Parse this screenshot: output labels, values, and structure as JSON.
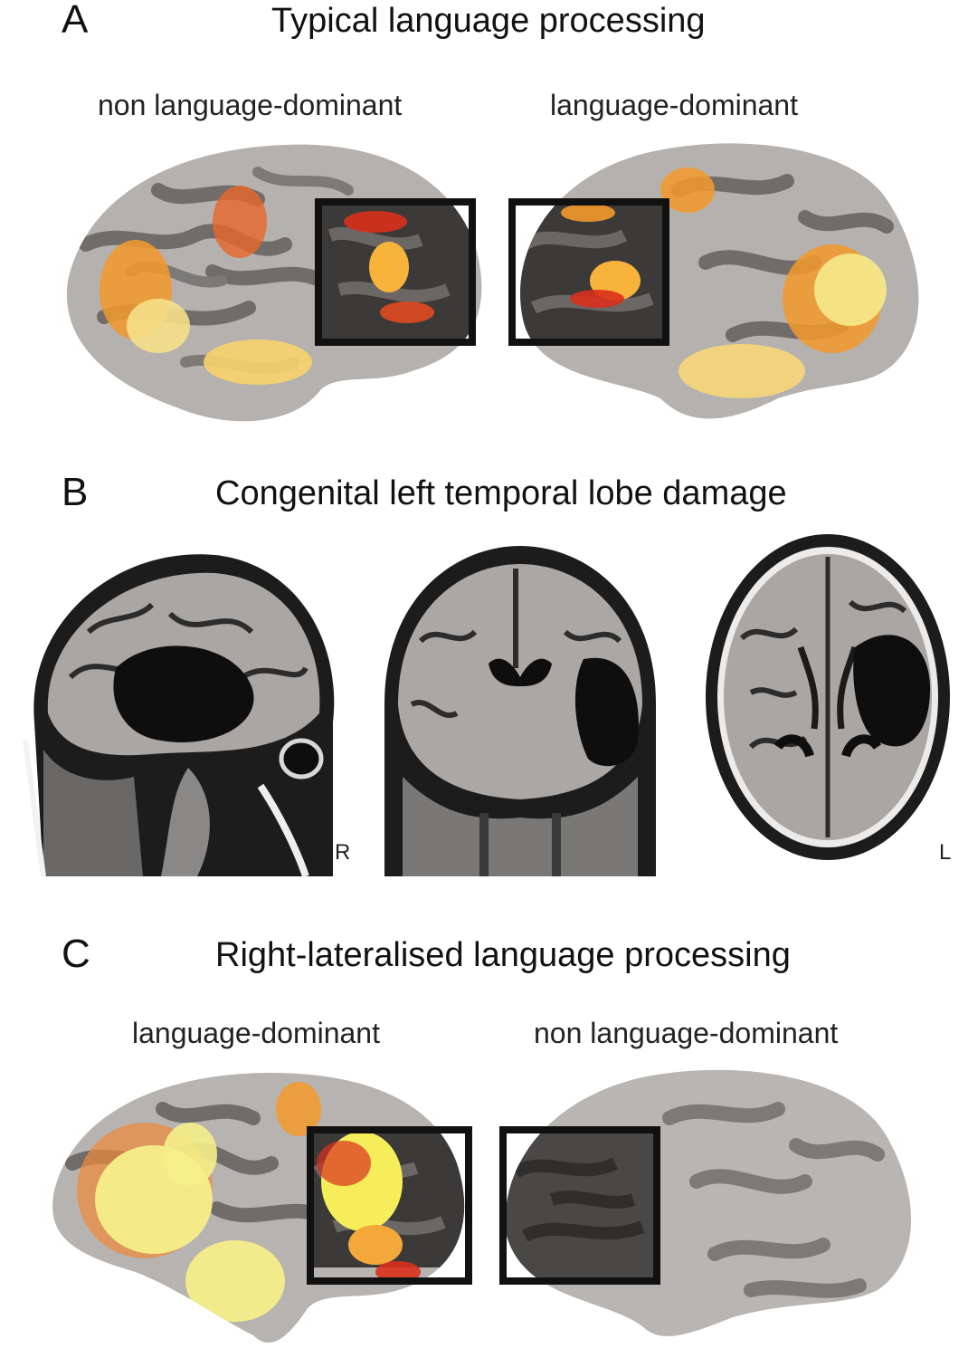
{
  "panels": [
    {
      "letter": "A",
      "title": "Typical language processing",
      "left_label": "non language-dominant",
      "right_label": "language-dominant"
    },
    {
      "letter": "B",
      "title": "Congenital left temporal lobe damage",
      "orientation_left": "R",
      "orientation_right": "L"
    },
    {
      "letter": "C",
      "title": "Right-lateralised language processing",
      "left_label": "language-dominant",
      "right_label": "non language-dominant"
    }
  ],
  "colors": {
    "cortex_light": "#b9b6b3",
    "cortex_dark": "#6f6c6a",
    "activation_red": "#d9301c",
    "activation_orange": "#f39a2c",
    "activation_yellow": "#f6f07a",
    "roi_box": "#111111",
    "mri_background": "#1c1c1c"
  },
  "icons": [
    "inflated-brain-surface",
    "mri-sagittal-slice",
    "mri-coronal-slice",
    "mri-axial-slice"
  ]
}
